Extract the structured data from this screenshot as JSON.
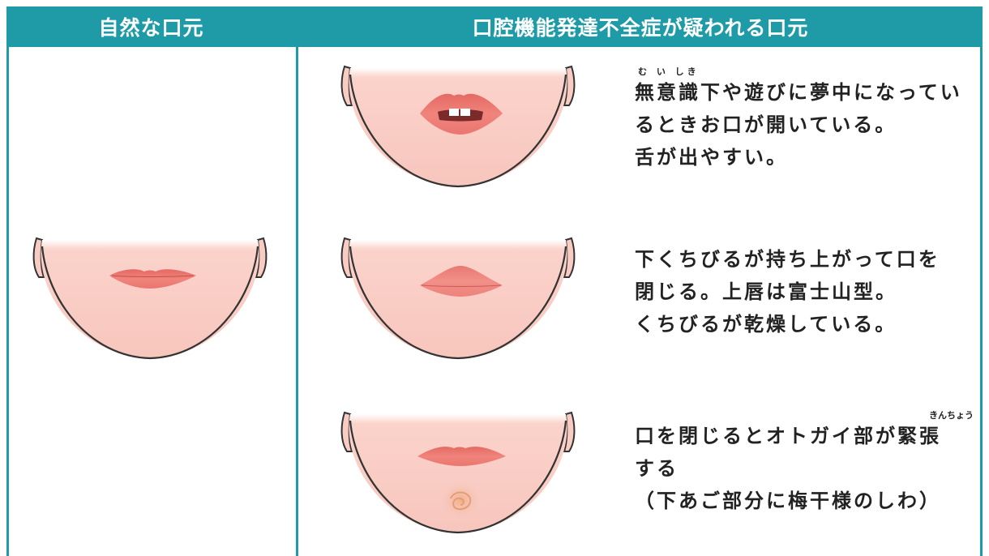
{
  "headers": {
    "left": "自然な口元",
    "right": "口腔機能発達不全症が疑われる口元"
  },
  "rows": [
    {
      "ruby": "む い しき",
      "lines": [
        "無意識下や遊びに夢中になってい",
        "るときお口が開いている。",
        "舌が出やすい。"
      ]
    },
    {
      "lines": [
        "下くちびるが持ち上がって口を",
        "閉じる。上唇は富士山型。",
        "くちびるが乾燥している。"
      ]
    },
    {
      "ruby": "きんちょう",
      "lines": [
        "口を閉じるとオトガイ部が緊張",
        "する",
        "（下あご部分に梅干様のしわ）"
      ]
    }
  ],
  "colors": {
    "header_bg": "#1f9ba8",
    "skin": "#f9ccc3",
    "lips": "#e8736c"
  }
}
